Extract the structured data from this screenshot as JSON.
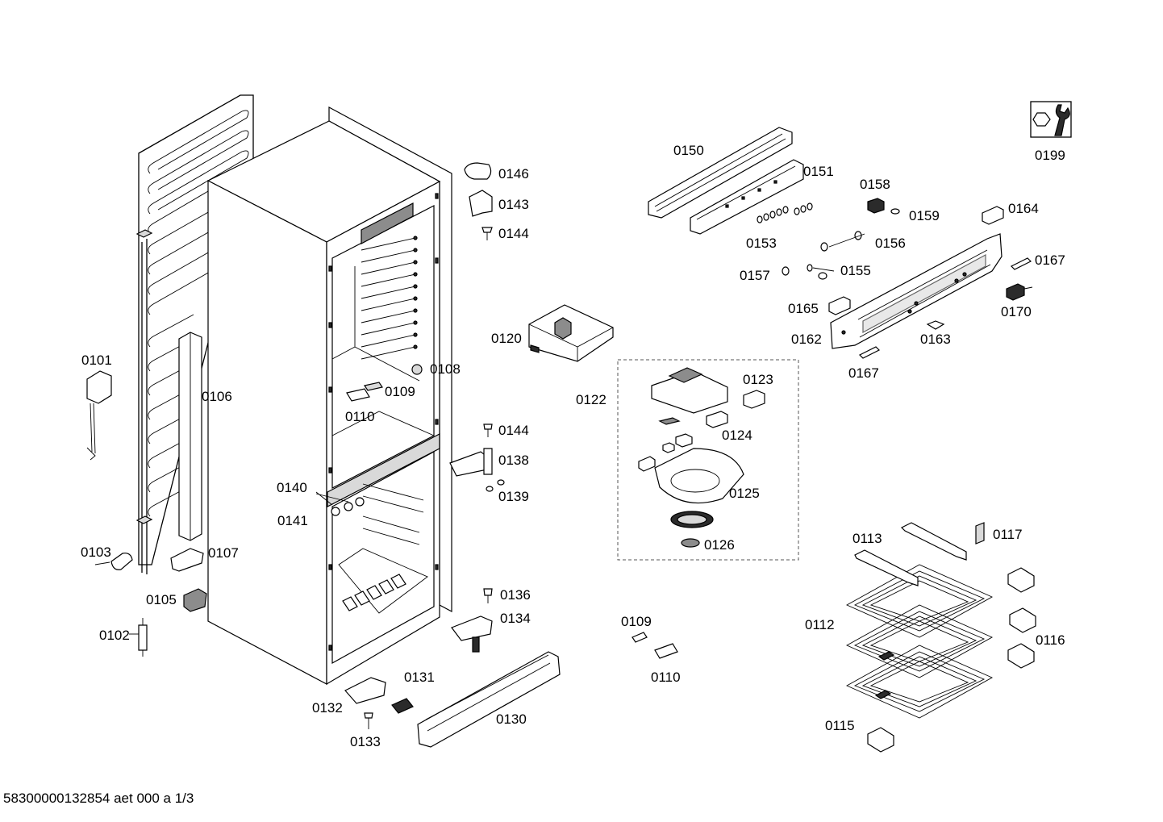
{
  "diagram": {
    "parts": [
      {
        "id": "0101",
        "label": "0101"
      },
      {
        "id": "0102",
        "label": "0102"
      },
      {
        "id": "0103",
        "label": "0103"
      },
      {
        "id": "0105",
        "label": "0105"
      },
      {
        "id": "0106",
        "label": "0106"
      },
      {
        "id": "0107",
        "label": "0107"
      },
      {
        "id": "0108",
        "label": "0108"
      },
      {
        "id": "0109a",
        "label": "0109"
      },
      {
        "id": "0110a",
        "label": "0110"
      },
      {
        "id": "0109b",
        "label": "0109"
      },
      {
        "id": "0110b",
        "label": "0110"
      },
      {
        "id": "0112",
        "label": "0112"
      },
      {
        "id": "0113",
        "label": "0113"
      },
      {
        "id": "0115",
        "label": "0115"
      },
      {
        "id": "0116",
        "label": "0116"
      },
      {
        "id": "0117",
        "label": "0117"
      },
      {
        "id": "0120",
        "label": "0120"
      },
      {
        "id": "0122",
        "label": "0122"
      },
      {
        "id": "0123",
        "label": "0123"
      },
      {
        "id": "0124",
        "label": "0124"
      },
      {
        "id": "0125",
        "label": "0125"
      },
      {
        "id": "0126",
        "label": "0126"
      },
      {
        "id": "0130",
        "label": "0130"
      },
      {
        "id": "0131",
        "label": "0131"
      },
      {
        "id": "0132",
        "label": "0132"
      },
      {
        "id": "0133",
        "label": "0133"
      },
      {
        "id": "0134",
        "label": "0134"
      },
      {
        "id": "0136",
        "label": "0136"
      },
      {
        "id": "0138",
        "label": "0138"
      },
      {
        "id": "0139",
        "label": "0139"
      },
      {
        "id": "0140",
        "label": "0140"
      },
      {
        "id": "0141",
        "label": "0141"
      },
      {
        "id": "0143",
        "label": "0143"
      },
      {
        "id": "0144a",
        "label": "0144"
      },
      {
        "id": "0144b",
        "label": "0144"
      },
      {
        "id": "0146",
        "label": "0146"
      },
      {
        "id": "0150",
        "label": "0150"
      },
      {
        "id": "0151",
        "label": "0151"
      },
      {
        "id": "0153",
        "label": "0153"
      },
      {
        "id": "0155",
        "label": "0155"
      },
      {
        "id": "0156",
        "label": "0156"
      },
      {
        "id": "0157",
        "label": "0157"
      },
      {
        "id": "0158",
        "label": "0158"
      },
      {
        "id": "0159",
        "label": "0159"
      },
      {
        "id": "0162",
        "label": "0162"
      },
      {
        "id": "0163",
        "label": "0163"
      },
      {
        "id": "0164",
        "label": "0164"
      },
      {
        "id": "0165",
        "label": "0165"
      },
      {
        "id": "0167a",
        "label": "0167"
      },
      {
        "id": "0167b",
        "label": "0167"
      },
      {
        "id": "0170",
        "label": "0170"
      },
      {
        "id": "0199",
        "label": "0199"
      }
    ],
    "icons": [
      "wrench-service-icon"
    ],
    "footer": "58300000132854 aet 000 a 1/3"
  }
}
